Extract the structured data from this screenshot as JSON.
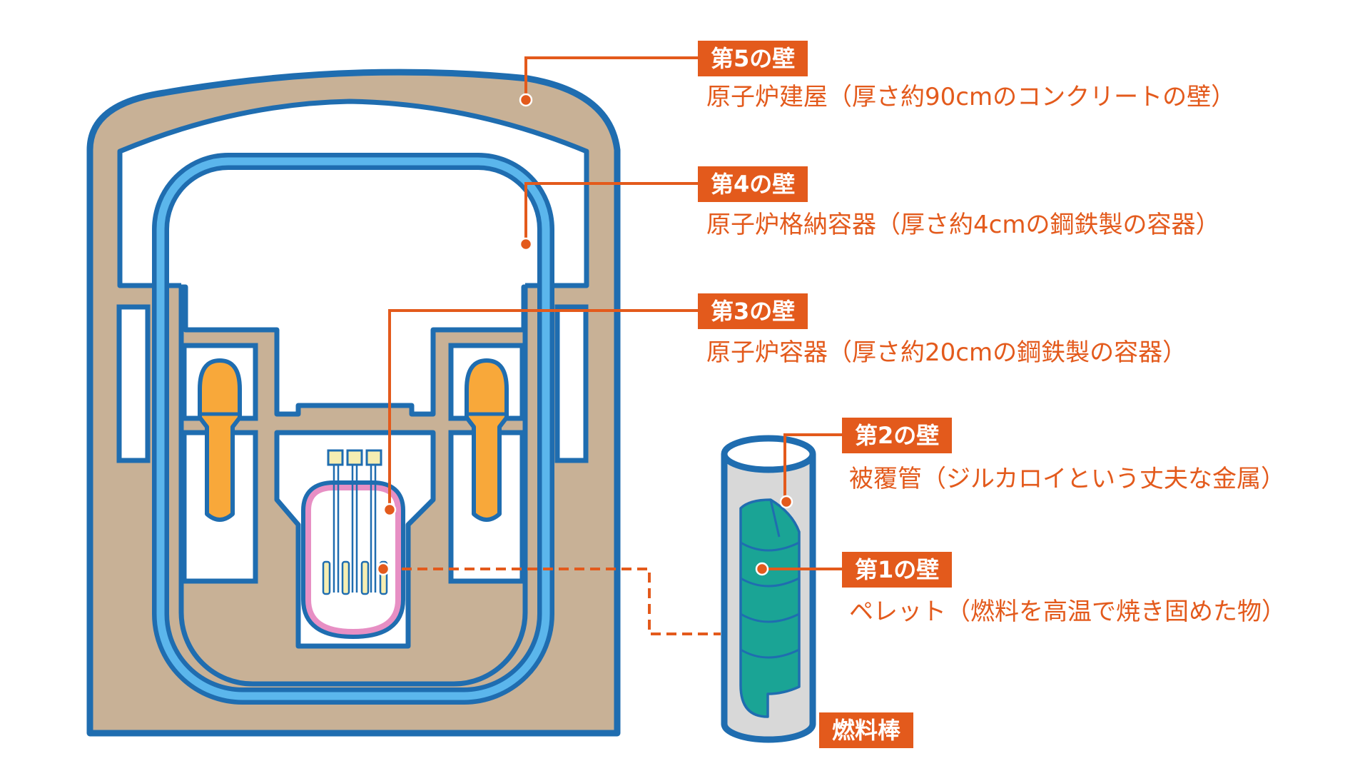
{
  "colors": {
    "accent_orange": "#e35a1c",
    "outline_blue": "#1f6db0",
    "concrete_tan": "#c8b196",
    "containment_light_blue": "#5bb6ec",
    "pump_orange": "#f8a83a",
    "vessel_pink": "#e78fc4",
    "pellet_teal": "#1aa495",
    "cladding_gray": "#d8d8d8",
    "fuel_yellow": "#f6eeb2"
  },
  "walls": [
    {
      "tag": "第5の壁",
      "desc": "原子炉建屋（厚さ約90cmのコンクリートの壁）"
    },
    {
      "tag": "第4の壁",
      "desc": "原子炉格納容器（厚さ約4cmの鋼鉄製の容器）"
    },
    {
      "tag": "第3の壁",
      "desc": "原子炉容器（厚さ約20cmの鋼鉄製の容器）"
    },
    {
      "tag": "第2の壁",
      "desc": "被覆管（ジルカロイという丈夫な金属）"
    },
    {
      "tag": "第1の壁",
      "desc": "ペレット（燃料を高温で焼き固めた物）"
    }
  ],
  "fuel_rod_label": "燃料棒"
}
